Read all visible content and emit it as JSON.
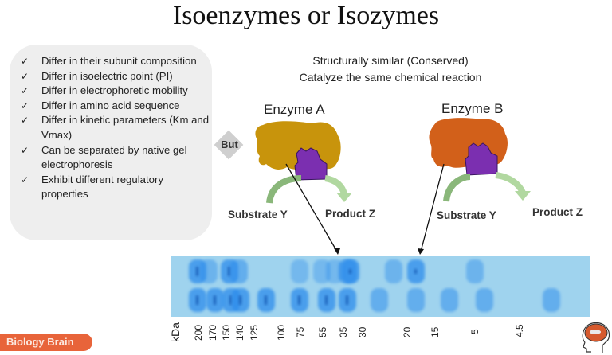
{
  "title": "Isoenzymes or Isozymes",
  "features_panel": {
    "items": [
      {
        "check": "✓",
        "text": "Differ in their subunit composition"
      },
      {
        "check": "✓",
        "text": "Differ in isoelectric point (PI)"
      },
      {
        "check": "✓",
        "text": "Differ in electrophoretic mobility"
      },
      {
        "check": "✓",
        "text": "Differ in amino acid sequence"
      },
      {
        "check": "✓",
        "text": "Differ in kinetic parameters (Km and Vmax)"
      },
      {
        "check": "✓",
        "text": "Can be separated by native gel electrophoresis"
      },
      {
        "check": "✓",
        "text": "Exhibit different regulatory properties"
      }
    ]
  },
  "but_label": "But",
  "subtitle": {
    "line1": "Structurally similar (Conserved)",
    "line2": "Catalyze the same chemical reaction"
  },
  "enzymes": [
    {
      "label": "Enzyme A",
      "substrate": "Substrate Y",
      "product": "Product Z",
      "color": "#c8940c",
      "site_color": "#7b2fb0"
    },
    {
      "label": "Enzyme B",
      "substrate": "Substrate Y",
      "product": "Product Z",
      "color": "#d2601a",
      "site_color": "#7b2fb0"
    }
  ],
  "gel": {
    "unit_label": "kDa",
    "markers": [
      "200",
      "170",
      "150",
      "140",
      "125",
      "100",
      "75",
      "55",
      "35",
      "30",
      "20",
      "15",
      "5",
      "4.5"
    ],
    "background_color": "#9fd3ee",
    "band_color": "#2d8ceb"
  },
  "branding": {
    "label": "Biology Brain",
    "color": "#e8643a",
    "logo": "brain-head-icon"
  }
}
